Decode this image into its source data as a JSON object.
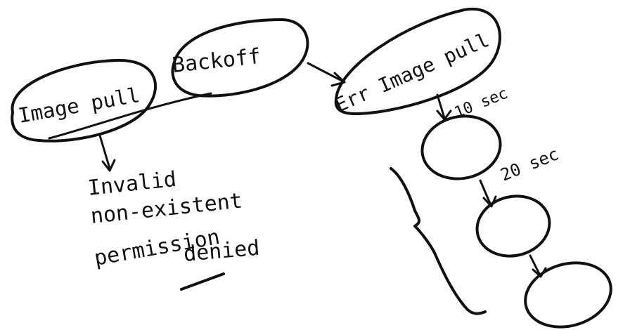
{
  "diagram": {
    "nodes": {
      "image_pull": "Image pull",
      "backoff": "Backoff",
      "err_image_pull": "Err Image pull"
    },
    "reasons": {
      "line1": "Invalid",
      "line2": "non-existent",
      "line3": "permission",
      "line4": "denied"
    },
    "retry_intervals": {
      "first": "10 sec",
      "second": "20 sec"
    }
  }
}
